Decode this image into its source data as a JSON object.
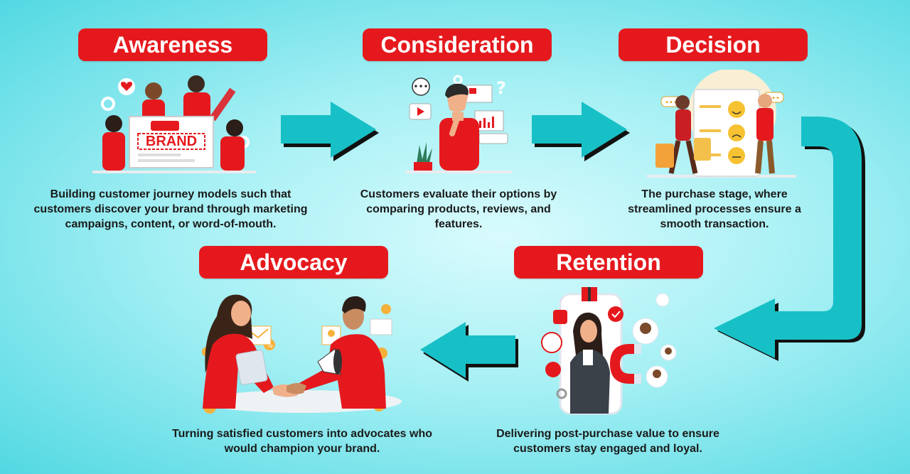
{
  "stages": [
    {
      "id": "awareness",
      "title": "Awareness",
      "description": "Building customer journey models such that customers discover your brand through marketing campaigns, content, or word-of-mouth.",
      "illustration_text": "BRAND"
    },
    {
      "id": "consideration",
      "title": "Consideration",
      "description": "Customers evaluate their options by comparing products, reviews, and features."
    },
    {
      "id": "decision",
      "title": "Decision",
      "description": "The purchase stage, where streamlined processes ensure a smooth transaction."
    },
    {
      "id": "retention",
      "title": "Retention",
      "description": "Delivering post-purchase value to ensure customers stay engaged and loyal."
    },
    {
      "id": "advocacy",
      "title": "Advocacy",
      "description": "Turning satisfied customers into advocates who would champion your brand."
    }
  ],
  "colors": {
    "title_bg": "#e5191d",
    "arrow_fill": "#17c0c6",
    "arrow_shadow": "#111111",
    "background_center": "#d9fbfd",
    "background_edge": "#52d8e2"
  },
  "icons": [
    "heart-icon",
    "gear-icon",
    "question-icon",
    "chat-bubble-icon",
    "smiley-icon",
    "frown-icon",
    "megaphone-icon",
    "magnet-icon",
    "gift-icon",
    "thumbs-up-icon",
    "percent-icon",
    "handshake-icon"
  ]
}
